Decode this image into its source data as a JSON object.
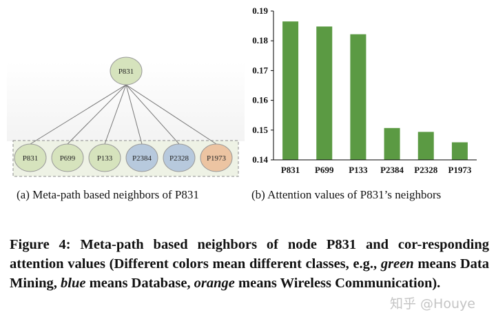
{
  "panel_a": {
    "root": {
      "label": "P831",
      "class": "green"
    },
    "neighbors": [
      {
        "label": "P831",
        "class": "green"
      },
      {
        "label": "P699",
        "class": "green"
      },
      {
        "label": "P133",
        "class": "green"
      },
      {
        "label": "P2384",
        "class": "blue"
      },
      {
        "label": "P2328",
        "class": "blue"
      },
      {
        "label": "P1973",
        "class": "orange"
      }
    ],
    "colors": {
      "green": "#d6e3bd",
      "blue": "#b7c9dd",
      "orange": "#ecc4a2",
      "box_fill": "#eef2e5"
    },
    "caption": "(a)  Meta-path based neighbors of P831"
  },
  "panel_b": {
    "caption": "(b)  Attention values of P831’s neighbors"
  },
  "chart_data": {
    "type": "bar",
    "categories": [
      "P831",
      "P699",
      "P133",
      "P2384",
      "P2328",
      "P1973"
    ],
    "values": [
      0.1865,
      0.1848,
      0.1822,
      0.1507,
      0.1494,
      0.1459
    ],
    "ylim": [
      0.14,
      0.19
    ],
    "yticks": [
      "0.14",
      "0.15",
      "0.16",
      "0.17",
      "0.18",
      "0.19"
    ],
    "grid": false,
    "bar_color": "#5b9a43",
    "title": "",
    "xlabel": "",
    "ylabel": ""
  },
  "caption": {
    "p1": "Figure 4: Meta-path based neighbors of node P831 and cor-responding attention values (Different colors mean different classes, e.g., ",
    "w1": "green",
    "p2": " means Data Mining, ",
    "w2": "blue",
    "p3": " means Database, ",
    "w3": "orange",
    "p4": " means Wireless Communication)."
  },
  "watermark": "知乎 @Houye"
}
